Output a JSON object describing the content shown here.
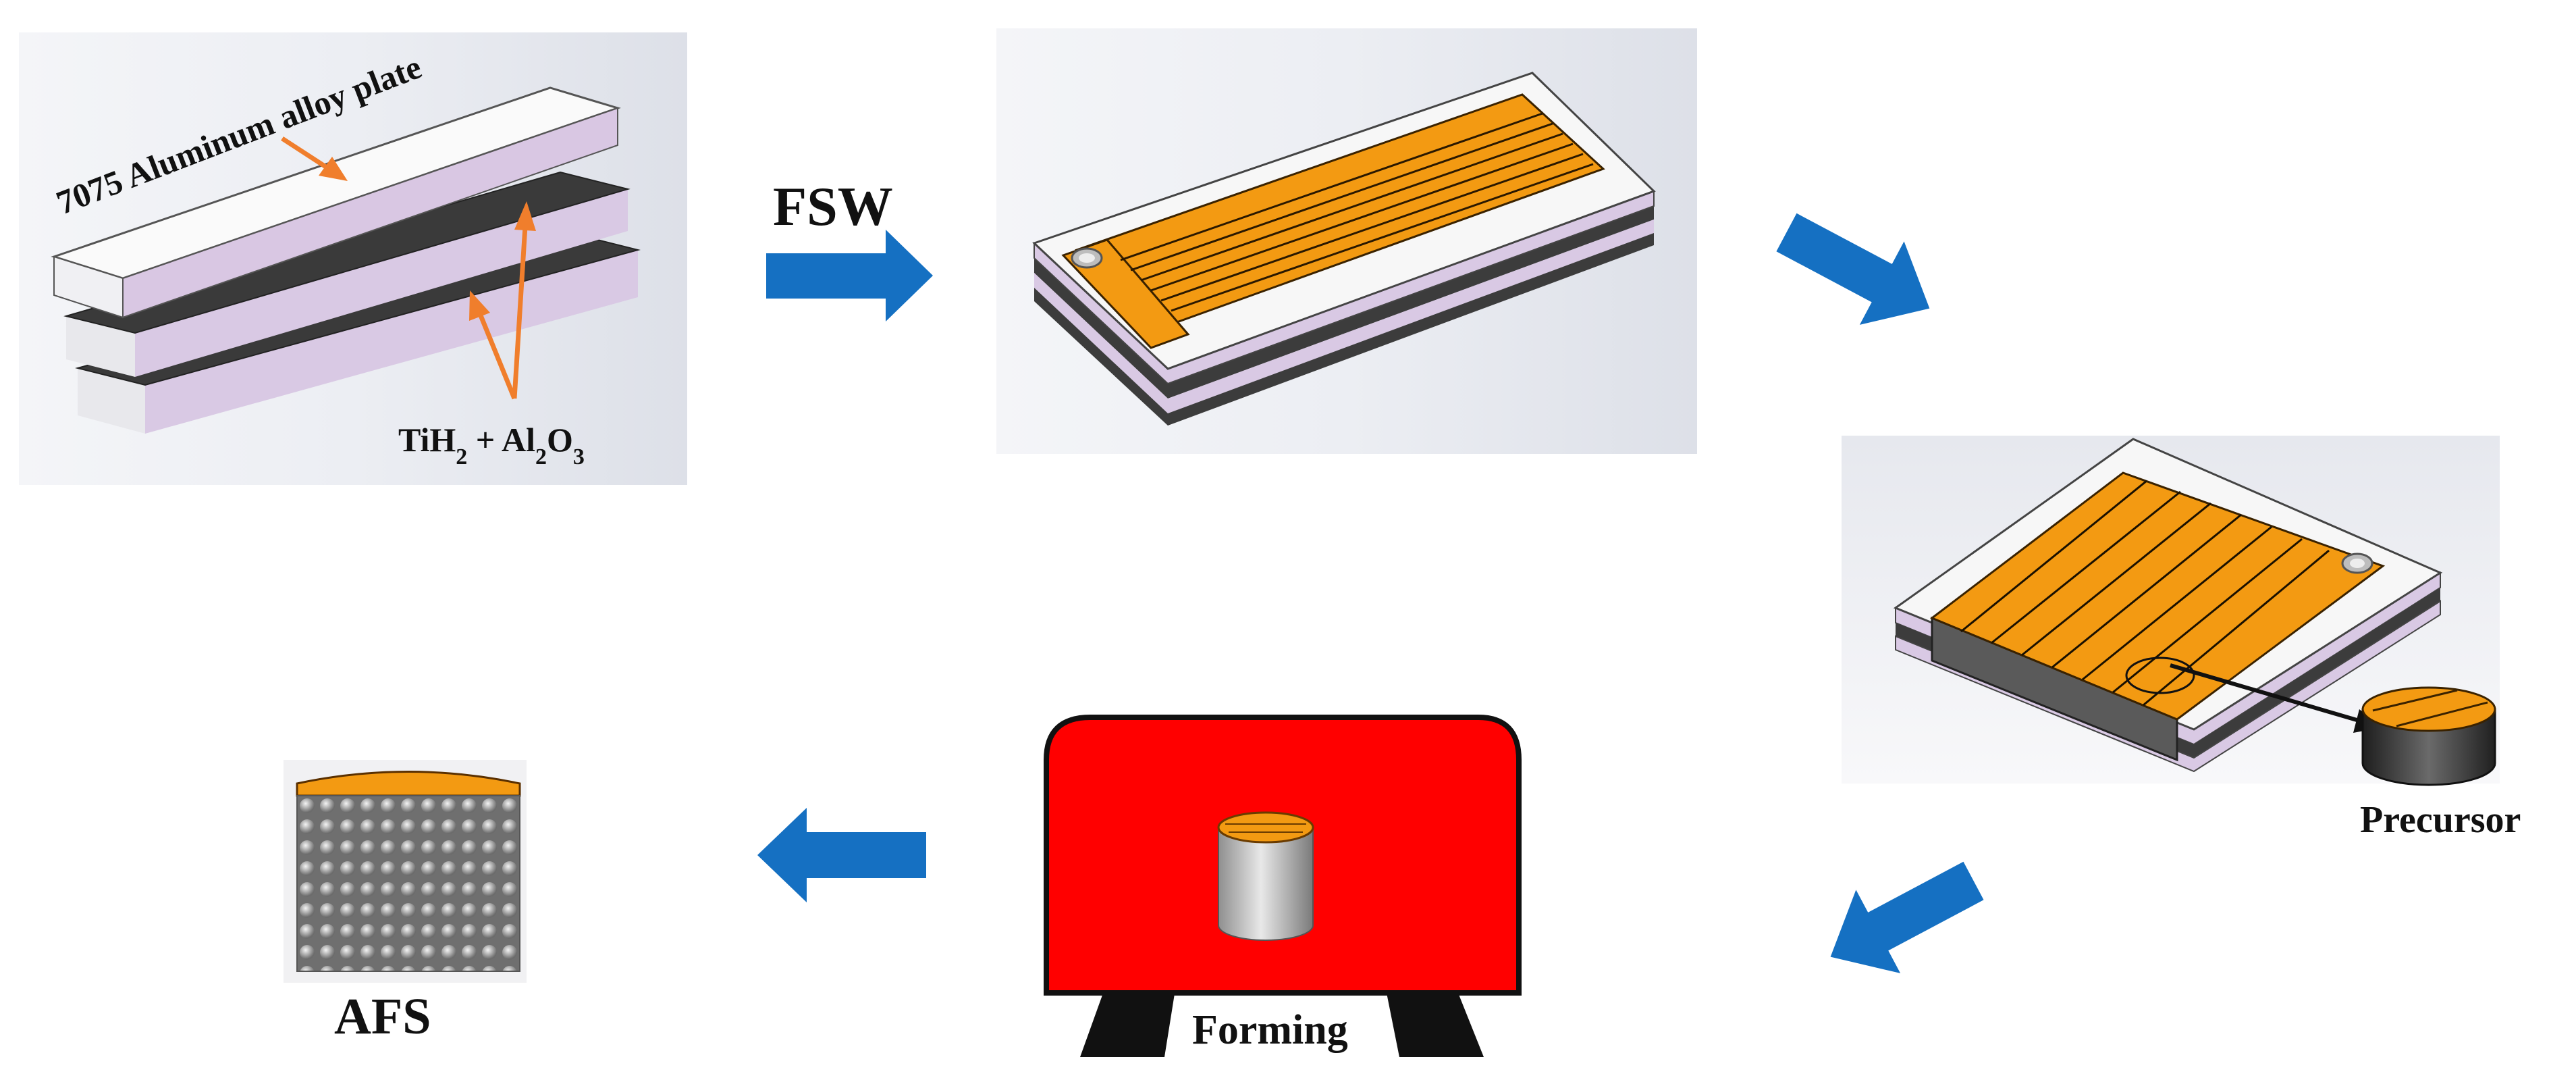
{
  "labels": {
    "plate": "7075 Aluminum alloy plate",
    "powder_main": "TiH",
    "powder_sub1": "2",
    "powder_plus": " + Al",
    "powder_sub2": "2",
    "powder_o": "O",
    "powder_sub3": "3",
    "fsw": "FSW",
    "precursor": "Precursor",
    "forming": "Forming",
    "afs": "AFS"
  },
  "colors": {
    "flow_arrow": "#1570c2",
    "annotation_arrow": "#f07e2c",
    "weld_orange": "#f39a12",
    "furnace_red": "#ff0000",
    "powder_layer": "#3c3c3c",
    "plate_edge": "#d7c7e2"
  }
}
